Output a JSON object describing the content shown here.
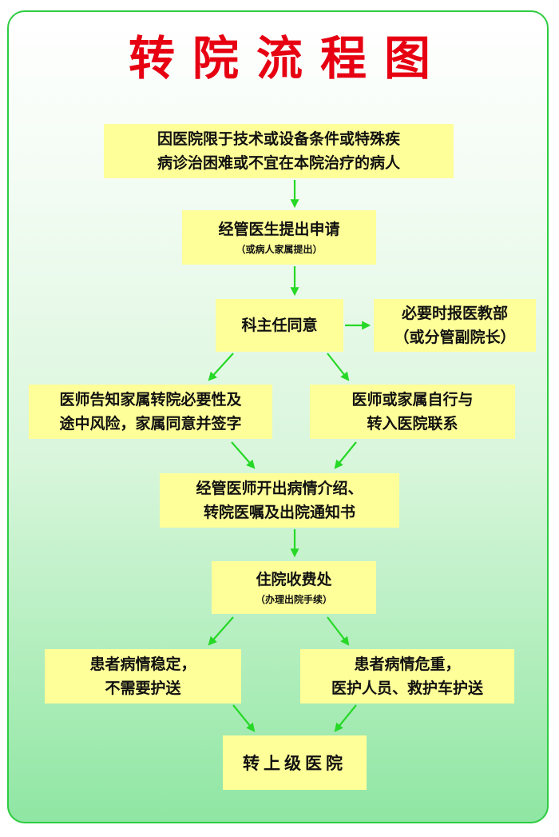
{
  "title": "转院流程图",
  "colors": {
    "title": "#e60012",
    "box_fill": "#ffff99",
    "arrow": "#27d827",
    "border": "#2ecc40"
  },
  "steps": {
    "condition": {
      "line1": "因医院限于技术或设备条件或特殊疾",
      "line2": "病诊治困难或不宜在本院治疗的病人"
    },
    "apply": {
      "main": "经管医生提出申请",
      "sub": "（或病人家属提出）"
    },
    "director": {
      "main": "科主任同意"
    },
    "report": {
      "line1": "必要时报医教部",
      "line2": "（或分管副院长）"
    },
    "inform": {
      "line1": "医师告知家属转院必要性及",
      "line2": "途中风险，家属同意并签字"
    },
    "contact": {
      "line1": "医师或家属自行与",
      "line2": "转入医院联系"
    },
    "documents": {
      "line1": "经管医师开出病情介绍、",
      "line2": "转院医嘱及出院通知书"
    },
    "billing": {
      "main": "住院收费处",
      "sub": "（办理出院手续）"
    },
    "stable": {
      "line1": "患者病情稳定，",
      "line2": "不需要护送"
    },
    "critical": {
      "line1": "患者病情危重，",
      "line2": "医护人员、救护车护送"
    },
    "transfer": {
      "main": "转上级医院"
    }
  }
}
